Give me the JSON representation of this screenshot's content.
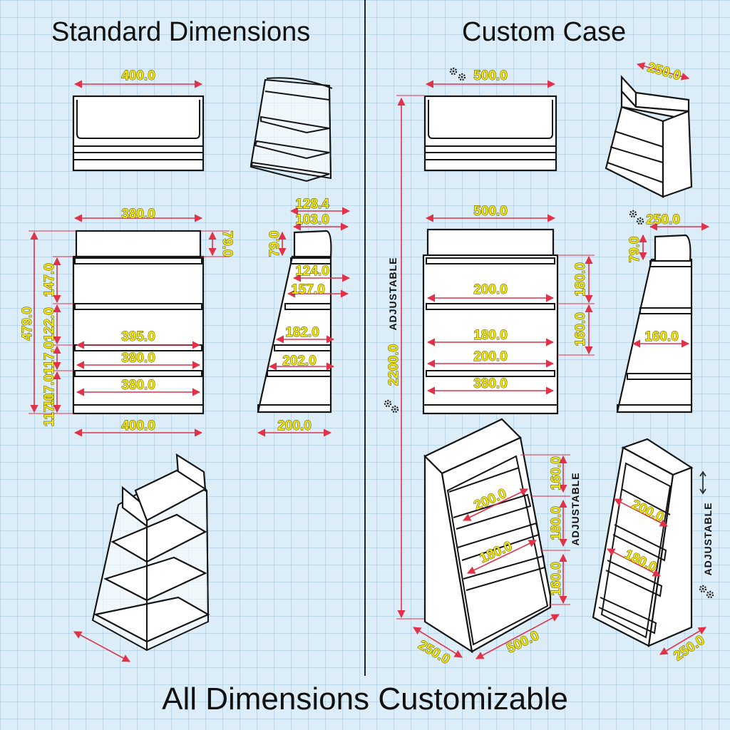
{
  "titles": {
    "standard": "Standard Dimensions",
    "custom": "Custom Case",
    "footer": "All Dimensions Customizable"
  },
  "colors": {
    "dimension_line": "#e0334a",
    "dimension_text": "#f4e60c",
    "background": "#dcedf7"
  },
  "icons": [
    "gear-icon",
    "adjust-arrows-icon"
  ],
  "labels": {
    "s_top_width": "400.0",
    "s_front_top": "380.0",
    "s_front_header": "79.0",
    "s_front_height": "479.0",
    "s_front_gap1": "147.0",
    "s_front_gap2": "122.0",
    "s_front_gap3": "117.0",
    "s_front_gap4": "117.0",
    "s_front_gap5": "117.0",
    "s_front_shelf1": "395.0",
    "s_front_shelf2": "380.0",
    "s_front_shelf3": "380.0",
    "s_front_bottom": "400.0",
    "s_side_top1": "128.4",
    "s_side_top2": "103.0",
    "s_side_header": "79.0",
    "s_side_s1": "124.0",
    "s_side_s2": "157.0",
    "s_side_s3": "182.0",
    "s_side_s4": "202.0",
    "s_side_bottom": "200.0",
    "c_top_width": "500.0",
    "c_iso_depth": "250.0",
    "c_front_top": "500.0",
    "c_front_s1": "200.0",
    "c_front_s2": "180.0",
    "c_front_s3": "200.0",
    "c_front_s4": "380.0",
    "c_front_h1": "180.0",
    "c_front_h2": "160.0",
    "c_height": "2200.0",
    "c_height_note": "ADJUSTABLE",
    "c_side_top": "250.0",
    "c_side_header": "79.0",
    "c_side_s1": "160.0",
    "c_iso1_h1": "160.0",
    "c_iso1_h2": "180.0",
    "c_iso1_h3": "160.0",
    "c_iso1_note": "ADJUSTABLE",
    "c_iso1_s1": "200.0",
    "c_iso1_s2": "180.0",
    "c_iso1_depth": "250.0",
    "c_iso1_width": "500.0",
    "c_iso2_s1": "200.0",
    "c_iso2_s2": "180.0",
    "c_iso2_depth": "250.0",
    "c_iso2_note": "ADJUSTABLE"
  }
}
